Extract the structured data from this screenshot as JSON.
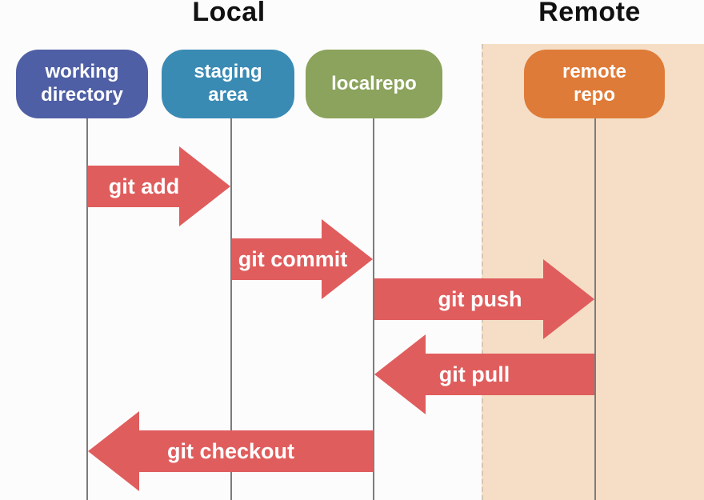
{
  "titles": {
    "local": "Local",
    "remote": "Remote"
  },
  "nodes": [
    {
      "id": "working-directory",
      "label": "working\ndirectory",
      "color": "#4f5fa5"
    },
    {
      "id": "staging-area",
      "label": "staging\narea",
      "color": "#3a8bb4"
    },
    {
      "id": "localrepo",
      "label": "localrepo",
      "color": "#8ba35c"
    },
    {
      "id": "remote-repo",
      "label": "remote\nrepo",
      "color": "#df7b38"
    }
  ],
  "arrows": [
    {
      "label": "git add",
      "from": "working directory",
      "to": "staging area",
      "direction": "right"
    },
    {
      "label": "git commit",
      "from": "staging area",
      "to": "localrepo",
      "direction": "right"
    },
    {
      "label": "git push",
      "from": "localrepo",
      "to": "remote repo",
      "direction": "right"
    },
    {
      "label": "git pull",
      "from": "remote repo",
      "to": "localrepo",
      "direction": "left"
    },
    {
      "label": "git checkout",
      "from": "localrepo",
      "to": "working directory",
      "direction": "left"
    }
  ],
  "colors": {
    "arrow": "#e05d5d",
    "remote_background": "#f5dec5",
    "lifeline": "#7c7c7c",
    "title_text": "#111111"
  }
}
